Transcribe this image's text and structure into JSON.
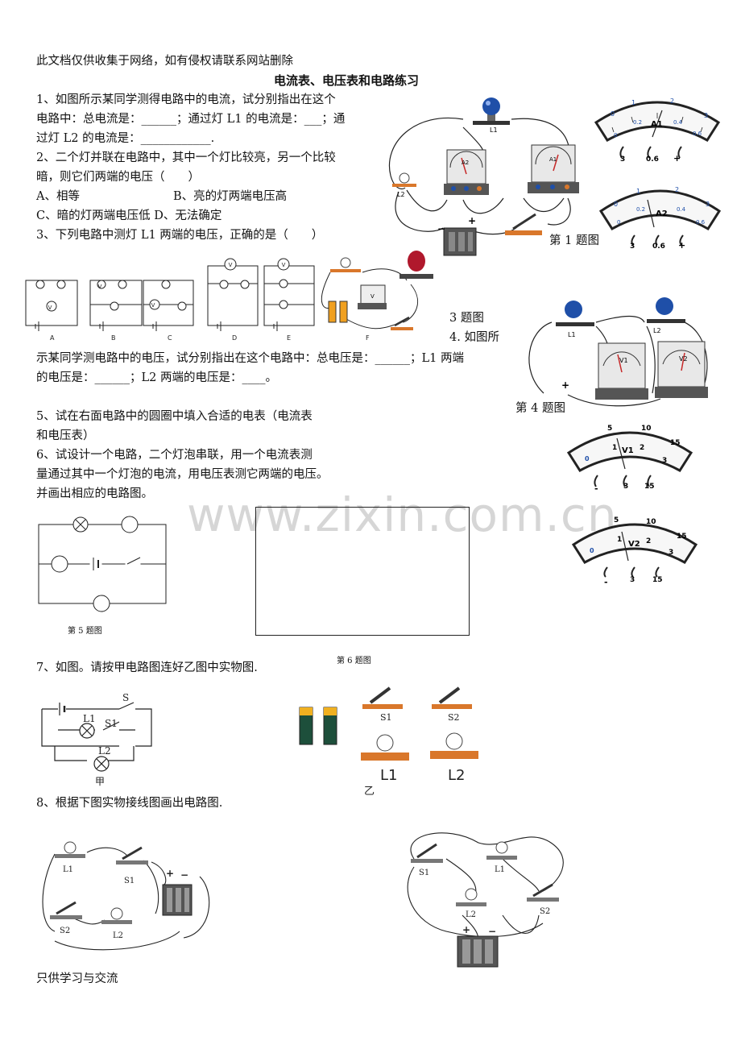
{
  "header_note": "此文档仅供收集于网络，如有侵权请联系网站删除",
  "title": "电流表、电压表和电路练习",
  "q1": {
    "line1": "1、如图所示某同学测得电路中的电流，试分别指出在这个",
    "line2": "电路中：总电流是：______；通过灯 L1 的电流是：___；通",
    "line3": "过灯 L2 的电流是：____________.",
    "fig_caption": "第 1 题图"
  },
  "q2": {
    "line1": "2、二个灯并联在电路中，其中一个灯比较亮，另一个比较",
    "line2": "暗，则它们两端的电压（　　）",
    "optA": "A、相等",
    "optB": "B、亮的灯两端电压高",
    "optCD": "C、暗的灯两端电压低  D、无法确定"
  },
  "q3": {
    "text": "3、下列电路中测灯 L1 两端的电压，正确的是（　　）",
    "fig_caption": "3 题图",
    "labels": [
      "A",
      "B",
      "C",
      "D",
      "E",
      "F"
    ]
  },
  "q4": {
    "start": "4. 如图所",
    "line1": "示某同学测电路中的电压，试分别指出在这个电路中：总电压是：______；L1 两端",
    "line2": "的电压是：______；L2 两端的电压是：____。",
    "fig_caption": "第 4 题图"
  },
  "q5": {
    "line1": "5、试在右面电路中的圆圈中填入合适的电表（电流表",
    "line2": "和电压表）",
    "fig_caption": "第 5 题图"
  },
  "q6": {
    "line1": "6、试设计一个电路，二个灯泡串联，用一个电流表测",
    "line2": "量通过其中一个灯泡的电流，用电压表测它两端的电压。",
    "line3": "并画出相应的电路图。",
    "fig_caption": "第 6 题图"
  },
  "q7": {
    "text": "7、如图。请按甲电路图连好乙图中实物图.",
    "label_jia": "甲",
    "label_yi": "乙"
  },
  "q8": {
    "text": "8、根据下图实物接线图画出电路图."
  },
  "footer_note": "只供学习与交流",
  "watermark": "www.zixin.com.cn",
  "meters": {
    "a1": {
      "name": "A1",
      "scale_small": [
        "0",
        "0.2",
        "0.4",
        "0.6"
      ],
      "scale_big": [
        "0",
        "1",
        "2",
        "3"
      ],
      "terminals": [
        "3",
        "0.6",
        "+"
      ]
    },
    "a2": {
      "name": "A2",
      "scale_small": [
        "0",
        "0.2",
        "0.4",
        "0.6"
      ],
      "scale_big": [
        "0",
        "1",
        "2",
        "3"
      ],
      "terminals": [
        "3",
        "0.6",
        "+"
      ]
    },
    "v1": {
      "name": "V1",
      "scale_small": [
        "0",
        "1",
        "2",
        "3"
      ],
      "scale_big": [
        "0",
        "5",
        "10",
        "15"
      ],
      "terminals": [
        "-",
        "3",
        "15"
      ]
    },
    "v2": {
      "name": "V2",
      "scale_small": [
        "0",
        "1",
        "2",
        "3"
      ],
      "scale_big": [
        "0",
        "5",
        "10",
        "15"
      ],
      "terminals": [
        "-",
        "3",
        "15"
      ]
    }
  },
  "component_labels": {
    "L1": "L1",
    "L2": "L2",
    "S": "S",
    "S1": "S1",
    "S2": "S2",
    "V": "V",
    "A1": "A1",
    "A2": "A2",
    "V1": "V1",
    "V2": "V2"
  },
  "colors": {
    "accent_red": "#c62828",
    "bulb_blue": "#1f4fa8",
    "base_orange": "#d9772b"
  }
}
